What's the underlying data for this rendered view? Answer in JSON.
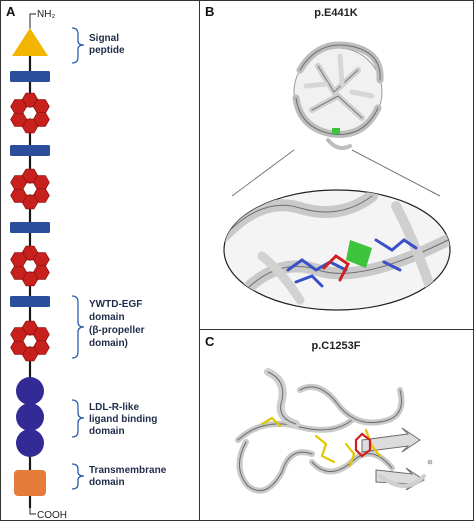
{
  "panels": {
    "a": {
      "letter": "A",
      "n_terminus": "NH₂",
      "c_terminus": "COOH",
      "annotations": [
        {
          "lines": [
            "Signal",
            "peptide"
          ]
        },
        {
          "lines": [
            "YWTD-EGF",
            "domain",
            "(β-propeller",
            "domain)"
          ]
        },
        {
          "lines": [
            "LDL-R-like",
            "ligand binding",
            "domain"
          ]
        },
        {
          "lines": [
            "Transmembrane",
            "domain"
          ]
        }
      ]
    },
    "b": {
      "letter": "B",
      "title": "p.E441K"
    },
    "c": {
      "letter": "C",
      "title": "p.C1253F"
    }
  },
  "colors": {
    "signal_peptide": "#f2b600",
    "egf_bar": "#2a4e9c",
    "propeller": "#c8201c",
    "ldl_domain": "#332a96",
    "transmembrane": "#e57c3a",
    "brace": "#2f5fa8",
    "mutation_green": "#3cc43c",
    "ribbon": "#c9c9c9"
  }
}
